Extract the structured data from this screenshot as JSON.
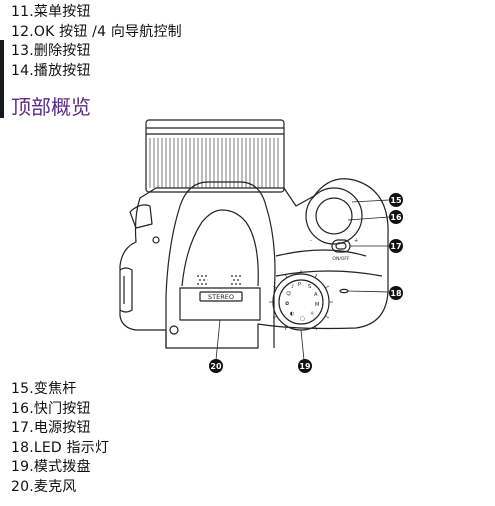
{
  "items_top": [
    "11.菜单按钮",
    "12.OK 按钮 /4 向导航控制",
    "13.删除按钮",
    "14.播放按钮"
  ],
  "section_title": "顶部概览",
  "camera_labels": {
    "stereo": "STEREO",
    "power": "ON/OFF",
    "zoom_left": "-",
    "zoom_right": "+"
  },
  "callouts": [
    "15",
    "16",
    "17",
    "18",
    "19",
    "20"
  ],
  "items_bottom": [
    "15.变焦杆",
    "16.快门按钮",
    "17.电源按钮",
    "18.LED 指示灯",
    "19.模式拨盘",
    "20.麦克风"
  ],
  "colors": {
    "title": "#5b2a86",
    "callout_fill": "#111111",
    "text": "#111111"
  }
}
